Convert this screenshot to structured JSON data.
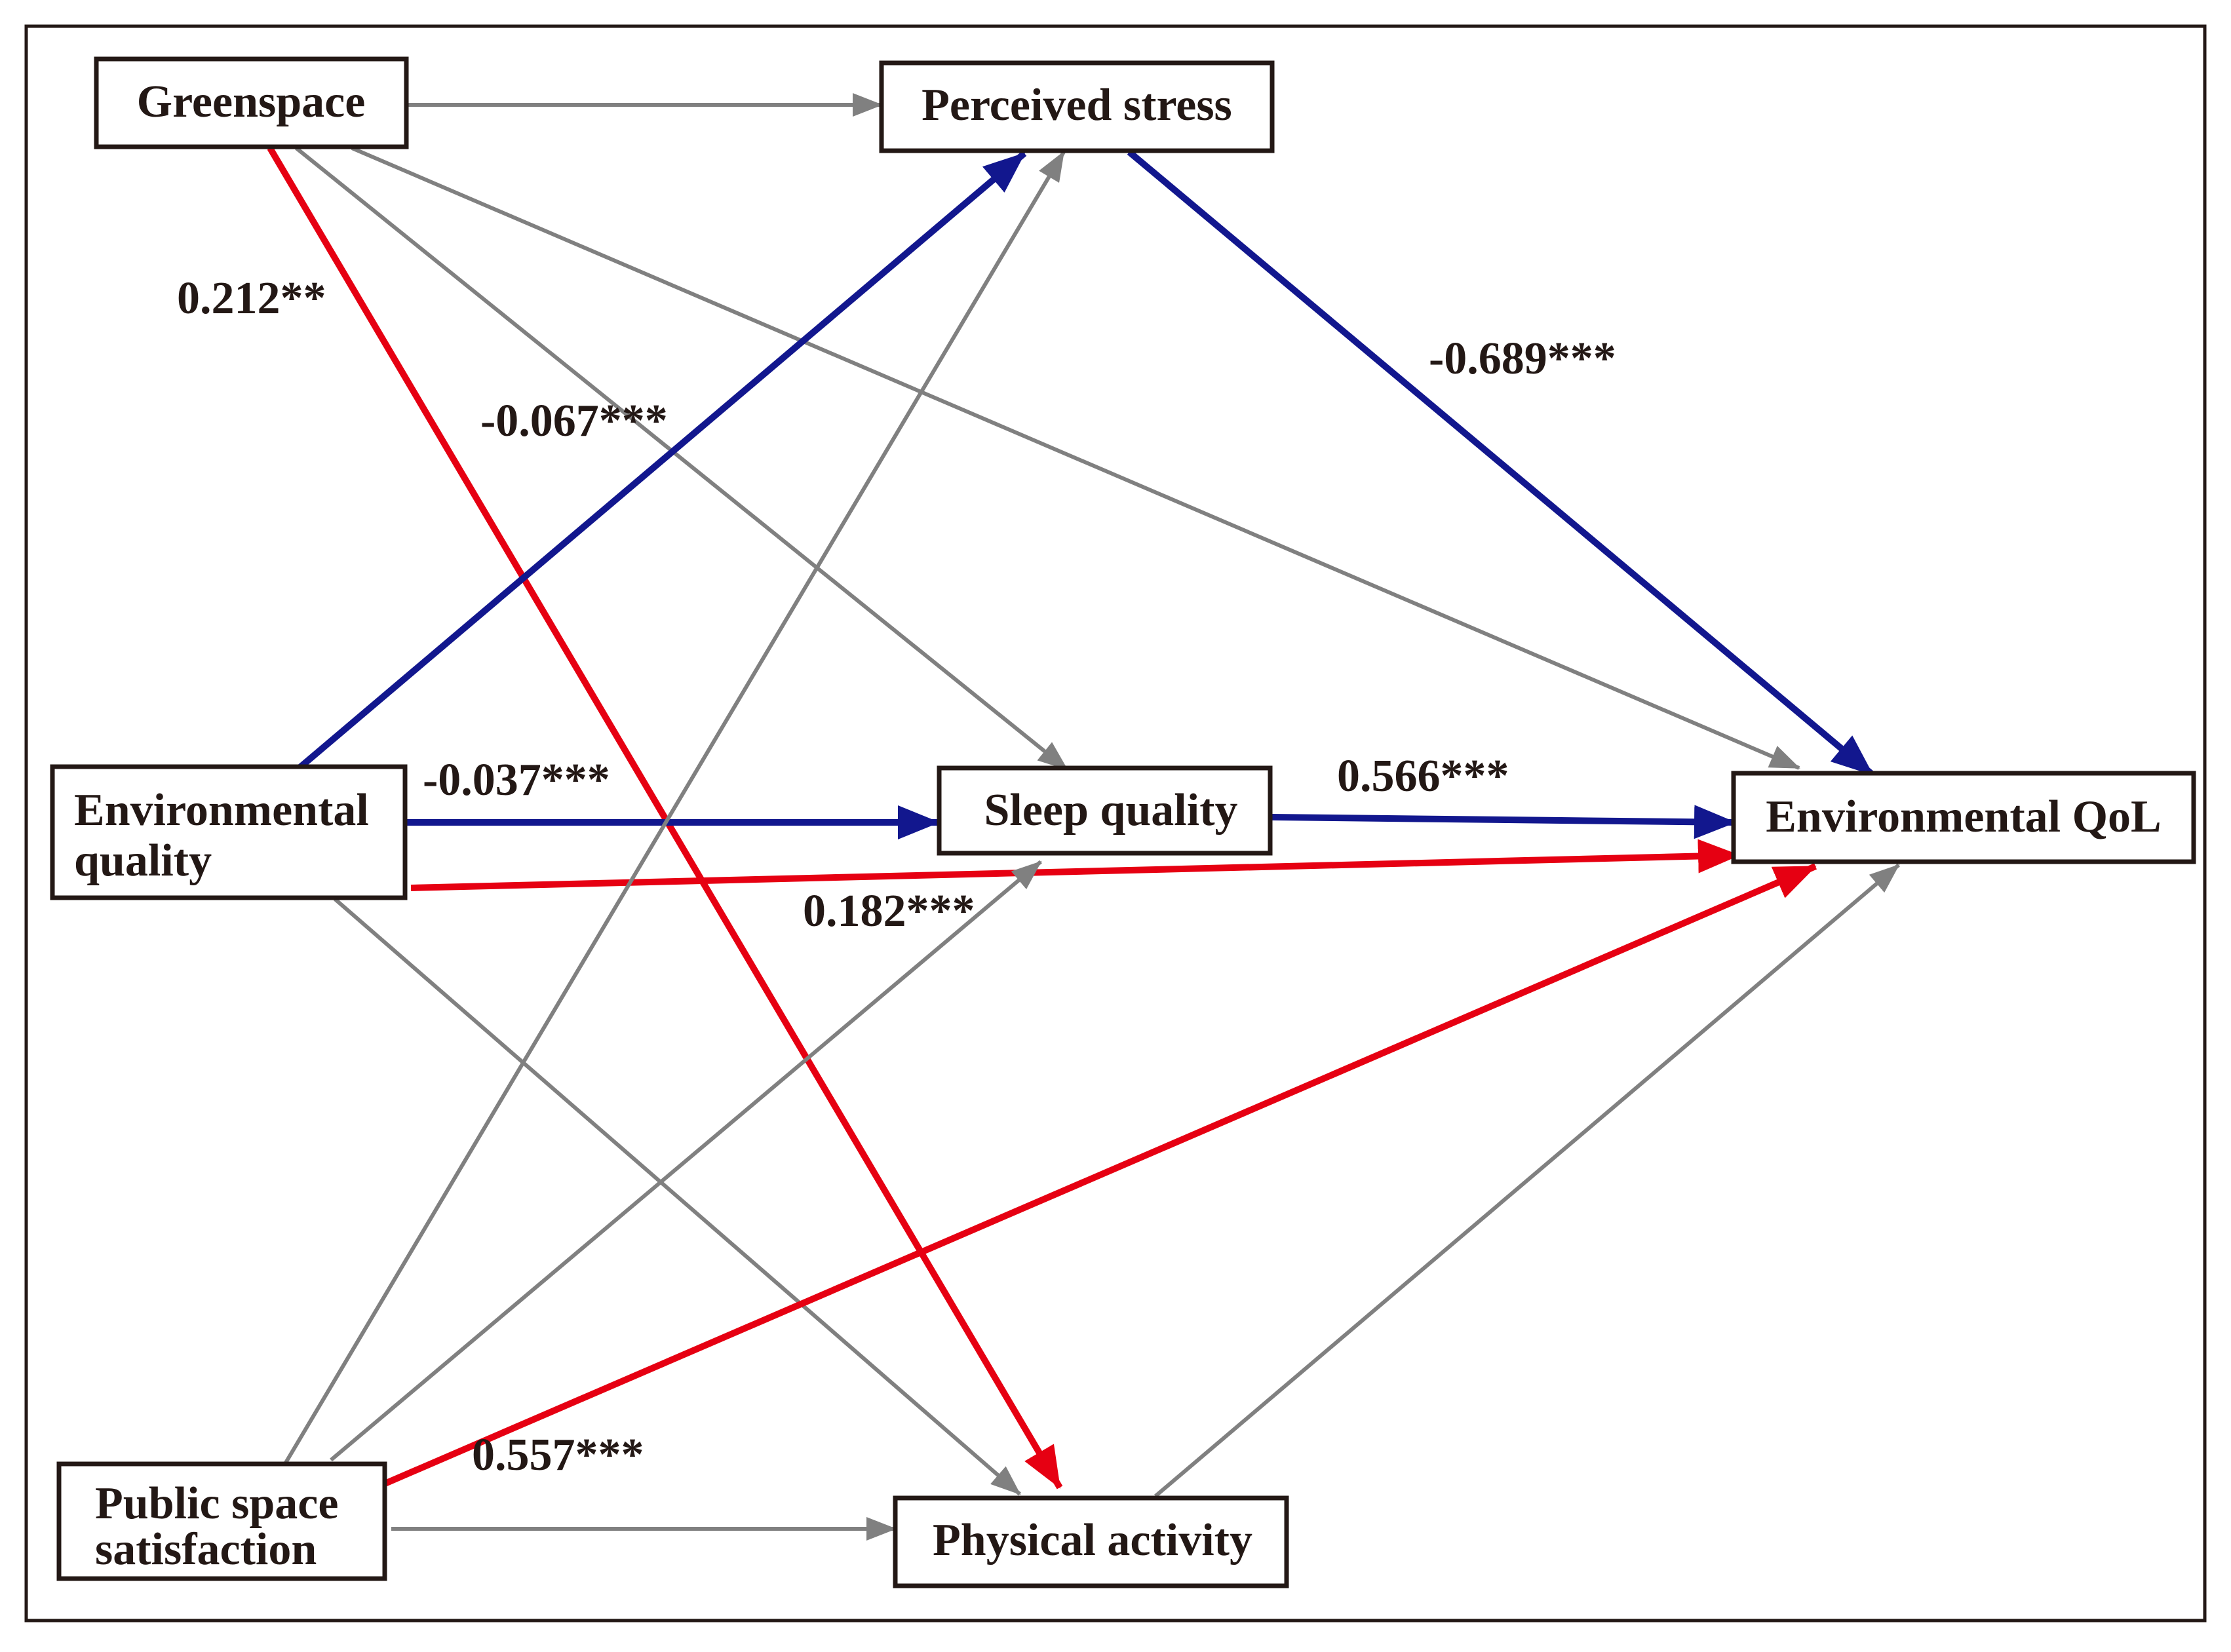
{
  "colors": {
    "nonsignificant": "#808080",
    "negative": "#12178e",
    "positive": "#e60012",
    "node_border": "#231815",
    "text": "#231815"
  },
  "nodes": {
    "greenspace": {
      "lines": [
        "Greenspace"
      ]
    },
    "perceived_stress": {
      "lines": [
        "Perceived stress"
      ]
    },
    "environmental_quality": {
      "lines": [
        "Environmental",
        "quality"
      ]
    },
    "sleep_quality": {
      "lines": [
        "Sleep quality"
      ]
    },
    "environmental_qol": {
      "lines": [
        "Environmental QoL"
      ]
    },
    "public_space_satisfaction": {
      "lines": [
        "Public space",
        "satisfaction"
      ]
    },
    "physical_activity": {
      "lines": [
        "Physical activity"
      ]
    }
  },
  "edges": [
    {
      "from": "greenspace",
      "to": "perceived_stress",
      "color": "nonsignificant",
      "label": ""
    },
    {
      "from": "greenspace",
      "to": "physical_activity",
      "color": "positive",
      "label": "0.212**"
    },
    {
      "from": "greenspace",
      "to": "sleep_quality",
      "color": "nonsignificant",
      "label": ""
    },
    {
      "from": "greenspace",
      "to": "environmental_qol",
      "color": "nonsignificant",
      "label": ""
    },
    {
      "from": "environmental_quality",
      "to": "perceived_stress",
      "color": "negative",
      "label": "-0.067***"
    },
    {
      "from": "environmental_quality",
      "to": "sleep_quality",
      "color": "negative",
      "label": "-0.037***"
    },
    {
      "from": "environmental_quality",
      "to": "environmental_qol",
      "color": "positive",
      "label": "0.182***"
    },
    {
      "from": "environmental_quality",
      "to": "physical_activity",
      "color": "nonsignificant",
      "label": ""
    },
    {
      "from": "perceived_stress",
      "to": "environmental_qol",
      "color": "negative",
      "label": "-0.689***"
    },
    {
      "from": "sleep_quality",
      "to": "environmental_qol",
      "color": "negative",
      "label": "0.566***"
    },
    {
      "from": "public_space_satisfaction",
      "to": "perceived_stress",
      "color": "nonsignificant",
      "label": ""
    },
    {
      "from": "public_space_satisfaction",
      "to": "sleep_quality",
      "color": "nonsignificant",
      "label": ""
    },
    {
      "from": "public_space_satisfaction",
      "to": "environmental_qol",
      "color": "positive",
      "label": "0.557***"
    },
    {
      "from": "public_space_satisfaction",
      "to": "physical_activity",
      "color": "nonsignificant",
      "label": ""
    },
    {
      "from": "physical_activity",
      "to": "environmental_qol",
      "color": "nonsignificant",
      "label": ""
    }
  ]
}
